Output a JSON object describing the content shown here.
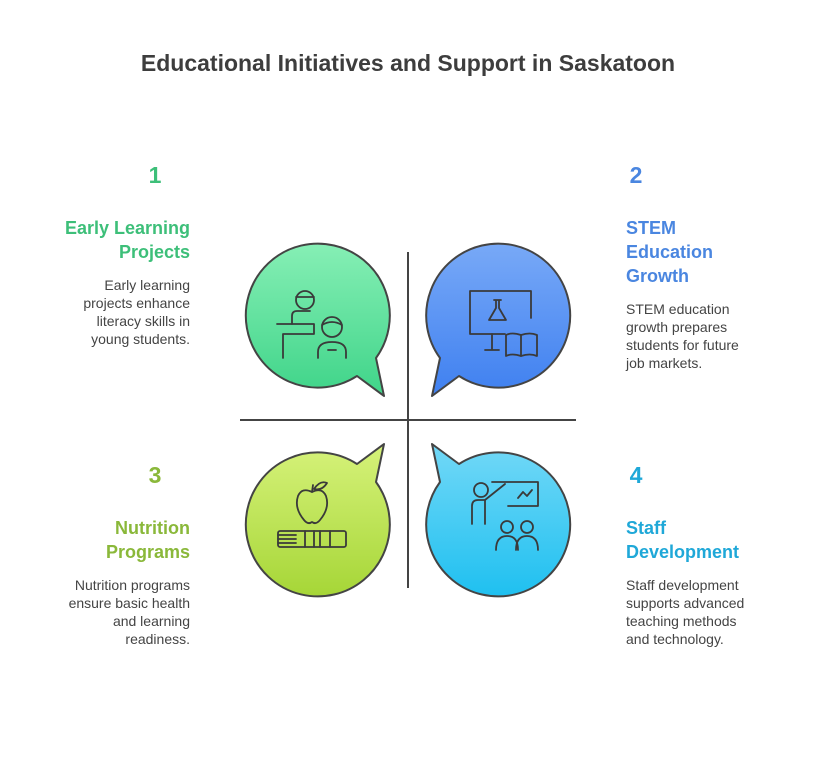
{
  "title": "Educational Initiatives and Support in Saskatoon",
  "colors": {
    "green": "#3dbf79",
    "blue": "#4a86e0",
    "lime": "#8ab83a",
    "cyan": "#1fa8d8",
    "outline": "#444444"
  },
  "items": [
    {
      "number": "1",
      "heading_lines": [
        "Early Learning",
        "Projects"
      ],
      "desc_lines": [
        "Early learning",
        "projects enhance",
        "literacy skills in",
        "young students."
      ],
      "icon": "teacher-student-desk-icon"
    },
    {
      "number": "2",
      "heading_lines": [
        "STEM",
        "Education",
        "Growth"
      ],
      "desc_lines": [
        "STEM education",
        "growth prepares",
        "students for future",
        "job markets."
      ],
      "icon": "monitor-flask-book-icon"
    },
    {
      "number": "3",
      "heading_lines": [
        "Nutrition",
        "Programs"
      ],
      "desc_lines": [
        "Nutrition programs",
        "ensure basic health",
        "and learning",
        "readiness."
      ],
      "icon": "apple-books-icon"
    },
    {
      "number": "4",
      "heading_lines": [
        "Staff",
        "Development"
      ],
      "desc_lines": [
        "Staff development",
        "supports advanced",
        "teaching methods",
        "and technology."
      ],
      "icon": "presenter-audience-icon"
    }
  ]
}
